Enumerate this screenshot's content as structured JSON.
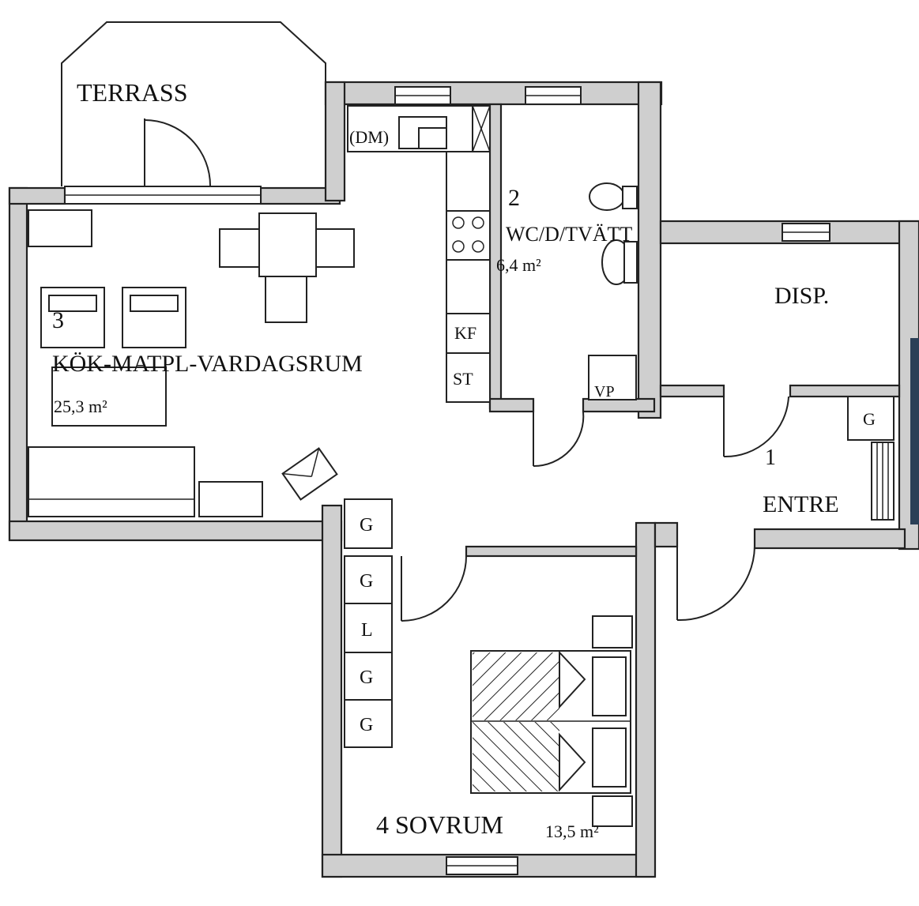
{
  "rooms": {
    "terrace": {
      "name": "TERRASS"
    },
    "living": {
      "number": "3",
      "name": "KÖK-MATPL-VARDAGSRUM",
      "area": "25,3 m²"
    },
    "bath": {
      "number": "2",
      "name": "WC/D/TVÄTT",
      "area": "6,4 m²"
    },
    "storage": {
      "name": "DISP."
    },
    "entry": {
      "number": "1",
      "name": "ENTRE"
    },
    "bedroom": {
      "name": "4 SOVRUM",
      "area": "13,5 m²"
    }
  },
  "fixtures": {
    "dishwasher": "(DM)",
    "fridge_freezer": "KF",
    "closet_st": "ST",
    "water_heater": "VP",
    "entry_wardrobe": "G",
    "bedroom_wardrobes": [
      "G",
      "G",
      "L",
      "G",
      "G"
    ]
  },
  "colors": {
    "wall_fill": "#cfcfcf",
    "line": "#222222",
    "accent_bar": "#2b3f56"
  }
}
